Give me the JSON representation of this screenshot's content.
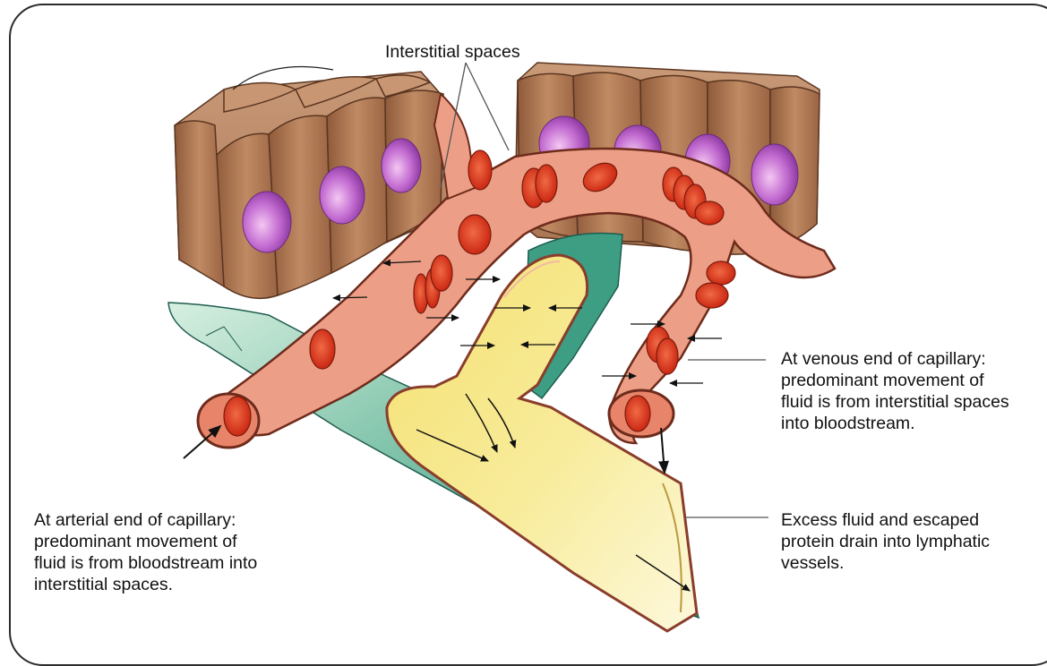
{
  "labels": {
    "interstitial": "Interstitial spaces",
    "venous": "At venous end of capillary:\npredominant movement of\nfluid is from interstitial spaces\ninto bloodstream.",
    "arterial": "At arterial end of capillary:\npredominant movement of\nfluid is from bloodstream into\ninterstitial spaces.",
    "lymph": "Excess fluid and escaped\nprotein drain into lymphatic\nvessels."
  },
  "colors": {
    "capillary": "#ec9f86",
    "capillary_edge": "#6e2b1c",
    "red_cell": "#e43b1c",
    "tissue_cell": "#b0724a",
    "nucleus": "#b85bc8",
    "lymphatic": "#f0df74",
    "interstitium": "#5fb49a"
  }
}
